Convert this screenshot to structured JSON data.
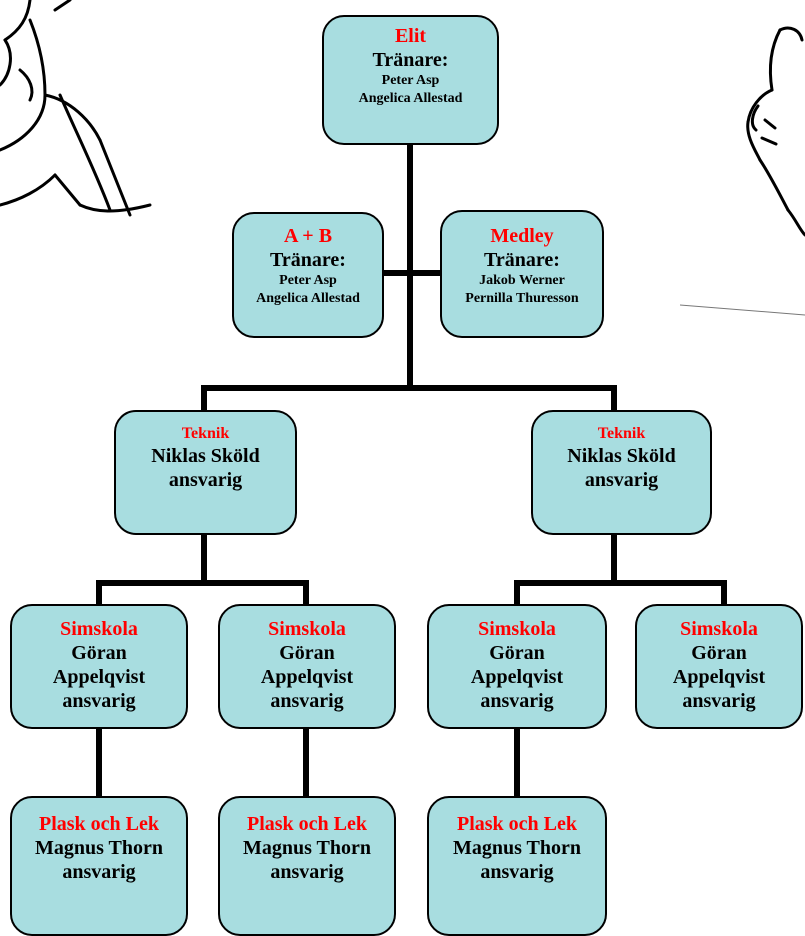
{
  "nodes": {
    "elit": {
      "title": "Elit",
      "role": "Tränare:",
      "people": [
        "Peter Asp",
        "Angelica Allestad"
      ]
    },
    "ab": {
      "title": "A + B",
      "role": "Tränare:",
      "people": [
        "Peter Asp",
        "Angelica Allestad"
      ]
    },
    "medley": {
      "title": "Medley",
      "role": "Tränare:",
      "people": [
        "Jakob Werner",
        "Pernilla Thuresson"
      ]
    },
    "teknik_left": {
      "title": "Teknik",
      "lines": [
        "Niklas Sköld",
        "ansvarig"
      ]
    },
    "teknik_right": {
      "title": "Teknik",
      "lines": [
        "Niklas Sköld",
        "ansvarig"
      ]
    },
    "simskola": [
      {
        "title": "Simskola",
        "lines": [
          "Göran",
          "Appelqvist",
          "ansvarig"
        ]
      },
      {
        "title": "Simskola",
        "lines": [
          "Göran",
          "Appelqvist",
          "ansvarig"
        ]
      },
      {
        "title": "Simskola",
        "lines": [
          "Göran",
          "Appelqvist",
          "ansvarig"
        ]
      },
      {
        "title": "Simskola",
        "lines": [
          "Göran",
          "Appelqvist",
          "ansvarig"
        ]
      }
    ],
    "plask": [
      {
        "title": "Plask och Lek",
        "lines": [
          "Magnus Thorn",
          "ansvarig"
        ]
      },
      {
        "title": "Plask och Lek",
        "lines": [
          "Magnus Thorn",
          "ansvarig"
        ]
      },
      {
        "title": "Plask och Lek",
        "lines": [
          "Magnus Thorn",
          "ansvarig"
        ]
      }
    ]
  },
  "colors": {
    "box_fill": "#a8dde0",
    "title_text": "#ff0000",
    "connector": "#000000"
  },
  "decorations": {
    "left": "cartoon-figure",
    "right": "cartoon-hand"
  }
}
